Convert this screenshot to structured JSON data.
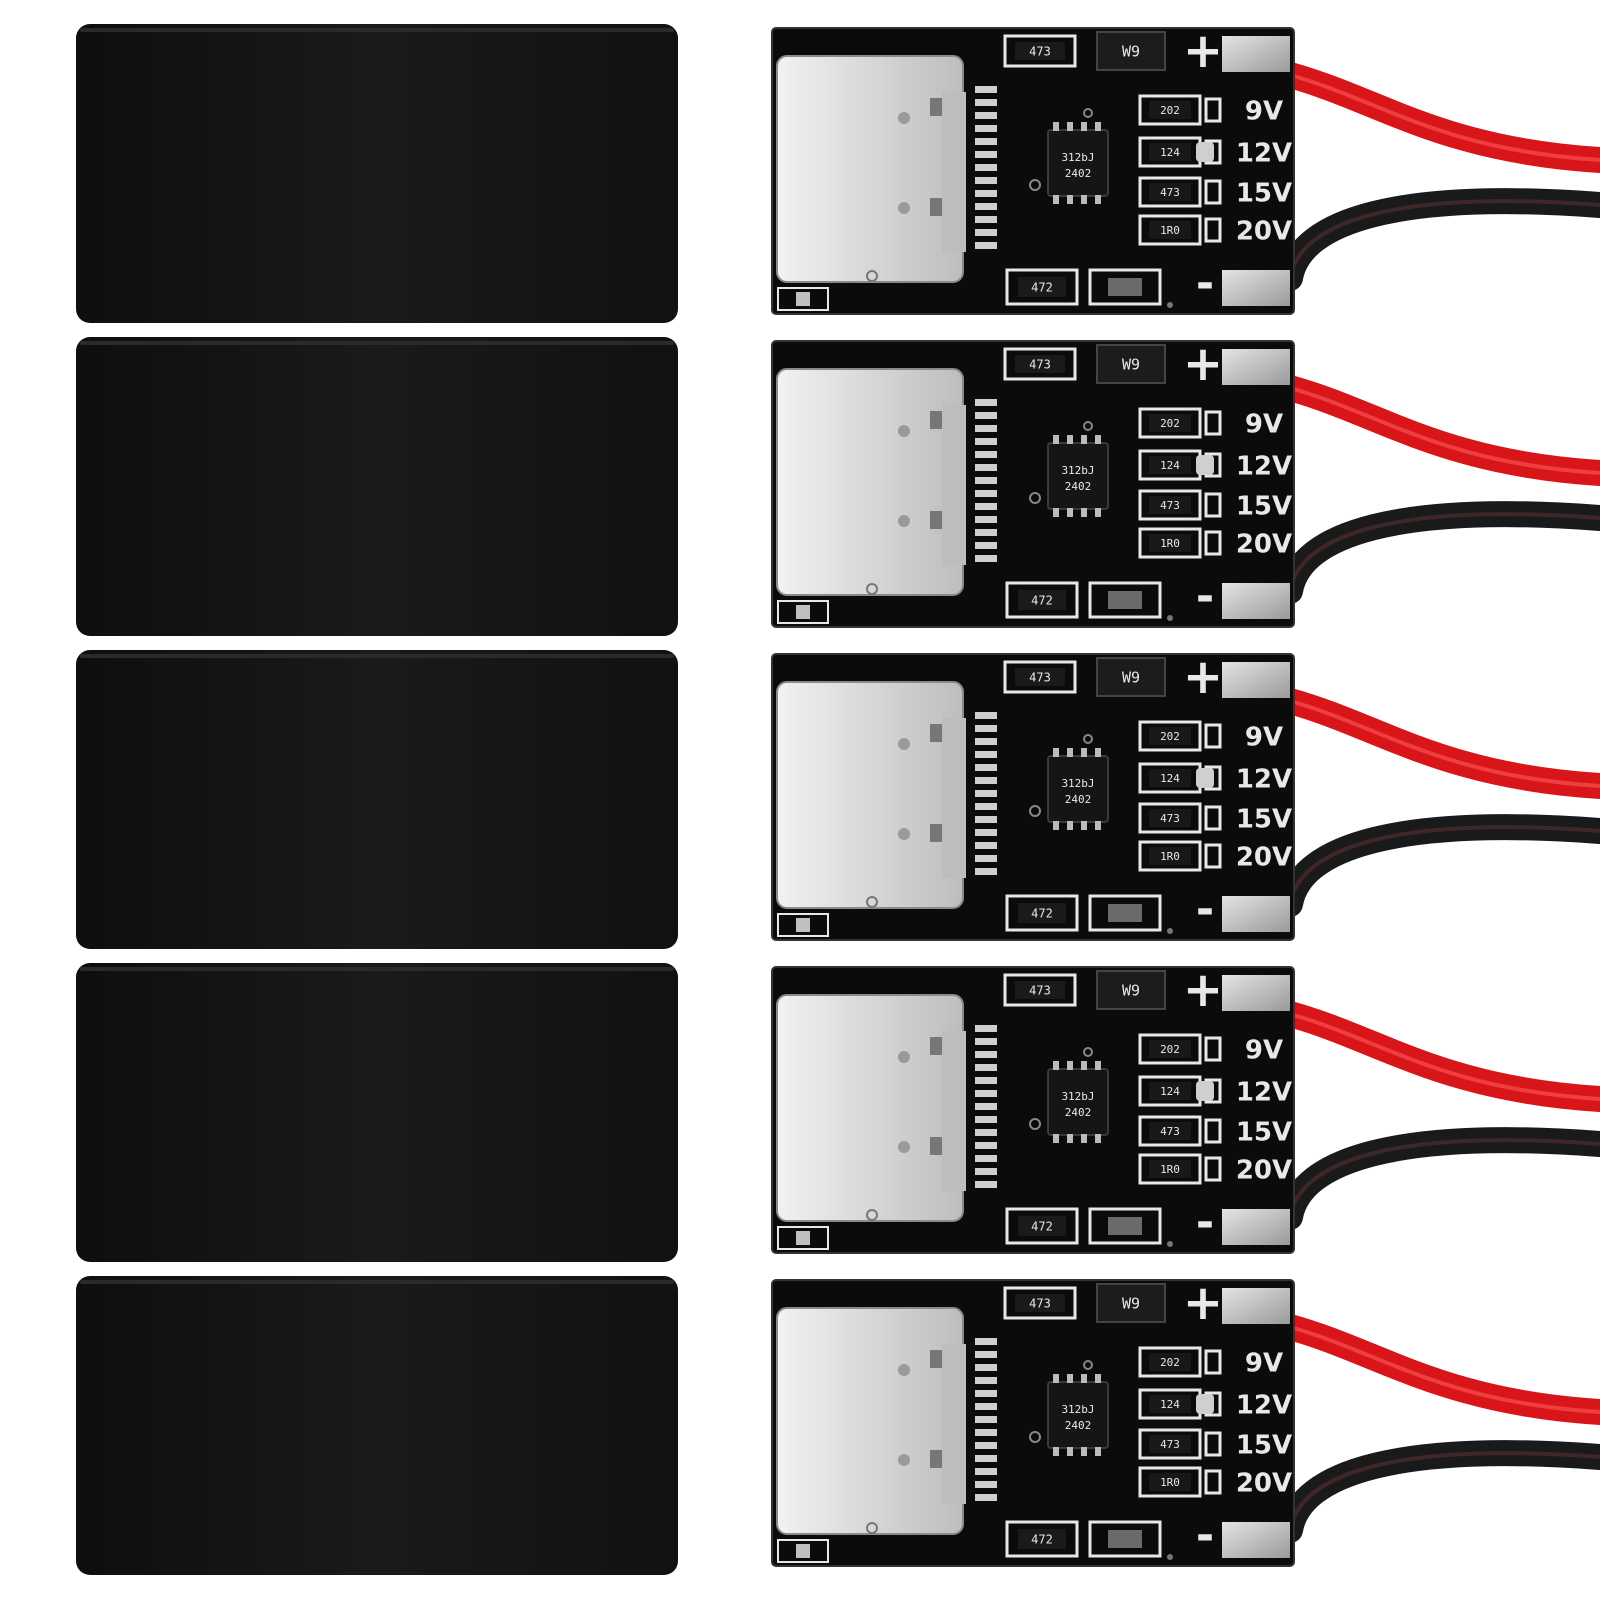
{
  "product": {
    "units": 5,
    "colors": {
      "background": "#ffffff",
      "case": "#141414",
      "pcb": "#0b0b0b",
      "silkscreen": "#e8e8e8",
      "connector": "#d9d9d9",
      "red_wire": "#d8161a",
      "black_wire": "#1a1a1a"
    },
    "board": {
      "resistor_labels": [
        "473",
        "W9",
        "202",
        "124",
        "473",
        "1R0",
        "472"
      ],
      "chip_marking": [
        "312bJ",
        "2402"
      ],
      "voltage_labels": [
        "9V",
        "12V",
        "15V",
        "20V"
      ],
      "polarity_plus": "+",
      "polarity_minus": "-"
    }
  }
}
